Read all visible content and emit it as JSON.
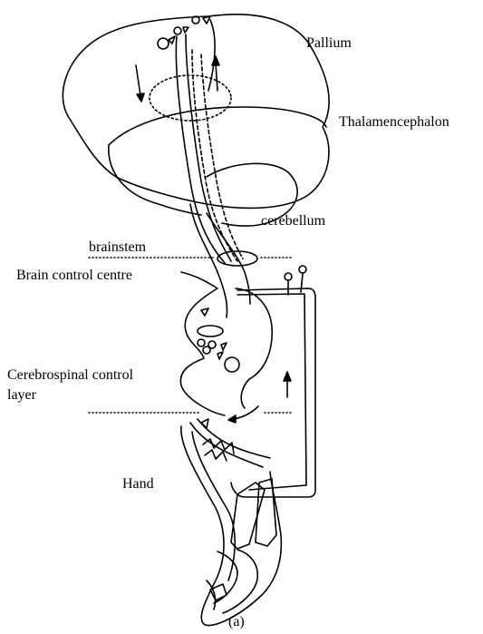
{
  "labels": {
    "pallium": "Pallium",
    "thalamencephalon": "Thalamencephalon",
    "cerebellum": "cerebellum",
    "brainstem": "brainstem",
    "brain_control_centre": "Brain control centre",
    "cerebrospinal_line1": "Cerebrospinal control",
    "cerebrospinal_line2": "layer",
    "hand": "Hand",
    "caption": "(a)"
  },
  "colors": {
    "ink": "#000000",
    "background": "#ffffff"
  }
}
